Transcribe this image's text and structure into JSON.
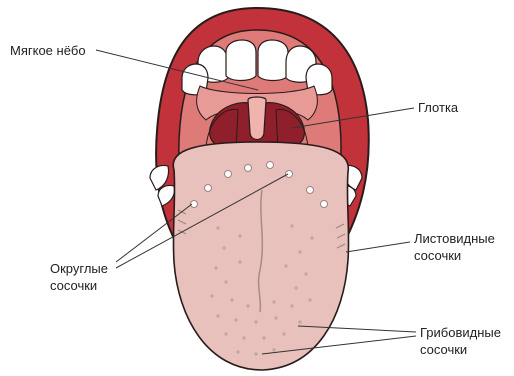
{
  "labels": {
    "soft_palate": "Мягкое нёбо",
    "pharynx": "Глотка",
    "vallate_papillae": [
      "Округлые",
      "сосочки"
    ],
    "foliate_papillae": [
      "Листовидные",
      "сосочки"
    ],
    "fungiform_papillae": [
      "Грибовидные",
      "сосочки"
    ]
  },
  "colors": {
    "lips": "#c1323a",
    "lip_outline": "#2a1b1b",
    "mouth_interior": "#de7a78",
    "throat": "#8f1f2a",
    "tongue": "#e8c0bc",
    "teeth": "#ffffff"
  }
}
